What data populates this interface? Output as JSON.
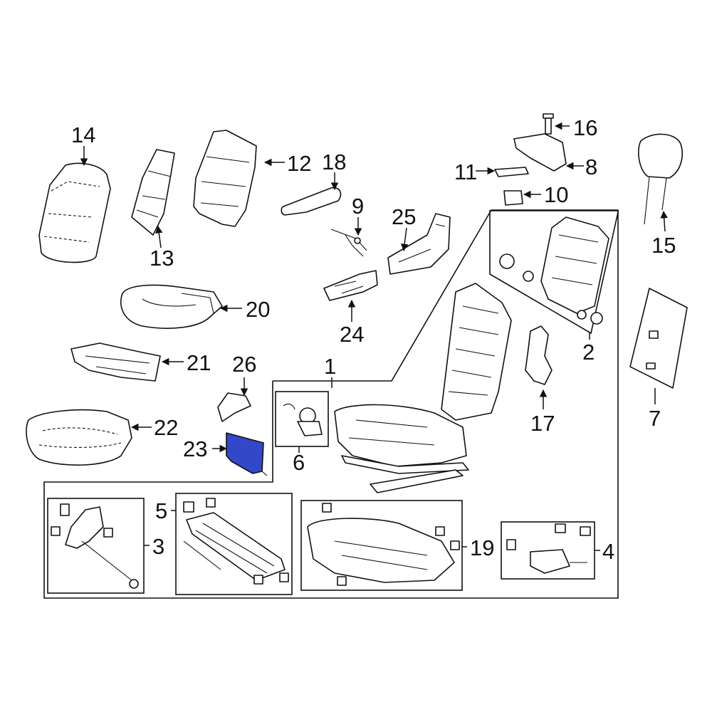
{
  "diagram": {
    "highlight_color": "#3348c9",
    "highlighted_part": "23",
    "callouts": {
      "c1": "1",
      "c2": "2",
      "c3": "3",
      "c4": "4",
      "c5": "5",
      "c6": "6",
      "c7": "7",
      "c8": "8",
      "c9": "9",
      "c10": "10",
      "c11": "11",
      "c12": "12",
      "c13": "13",
      "c14": "14",
      "c15": "15",
      "c16": "16",
      "c17": "17",
      "c18": "18",
      "c19": "19",
      "c20": "20",
      "c21": "21",
      "c22": "22",
      "c23": "23",
      "c24": "24",
      "c25": "25",
      "c26": "26"
    }
  }
}
